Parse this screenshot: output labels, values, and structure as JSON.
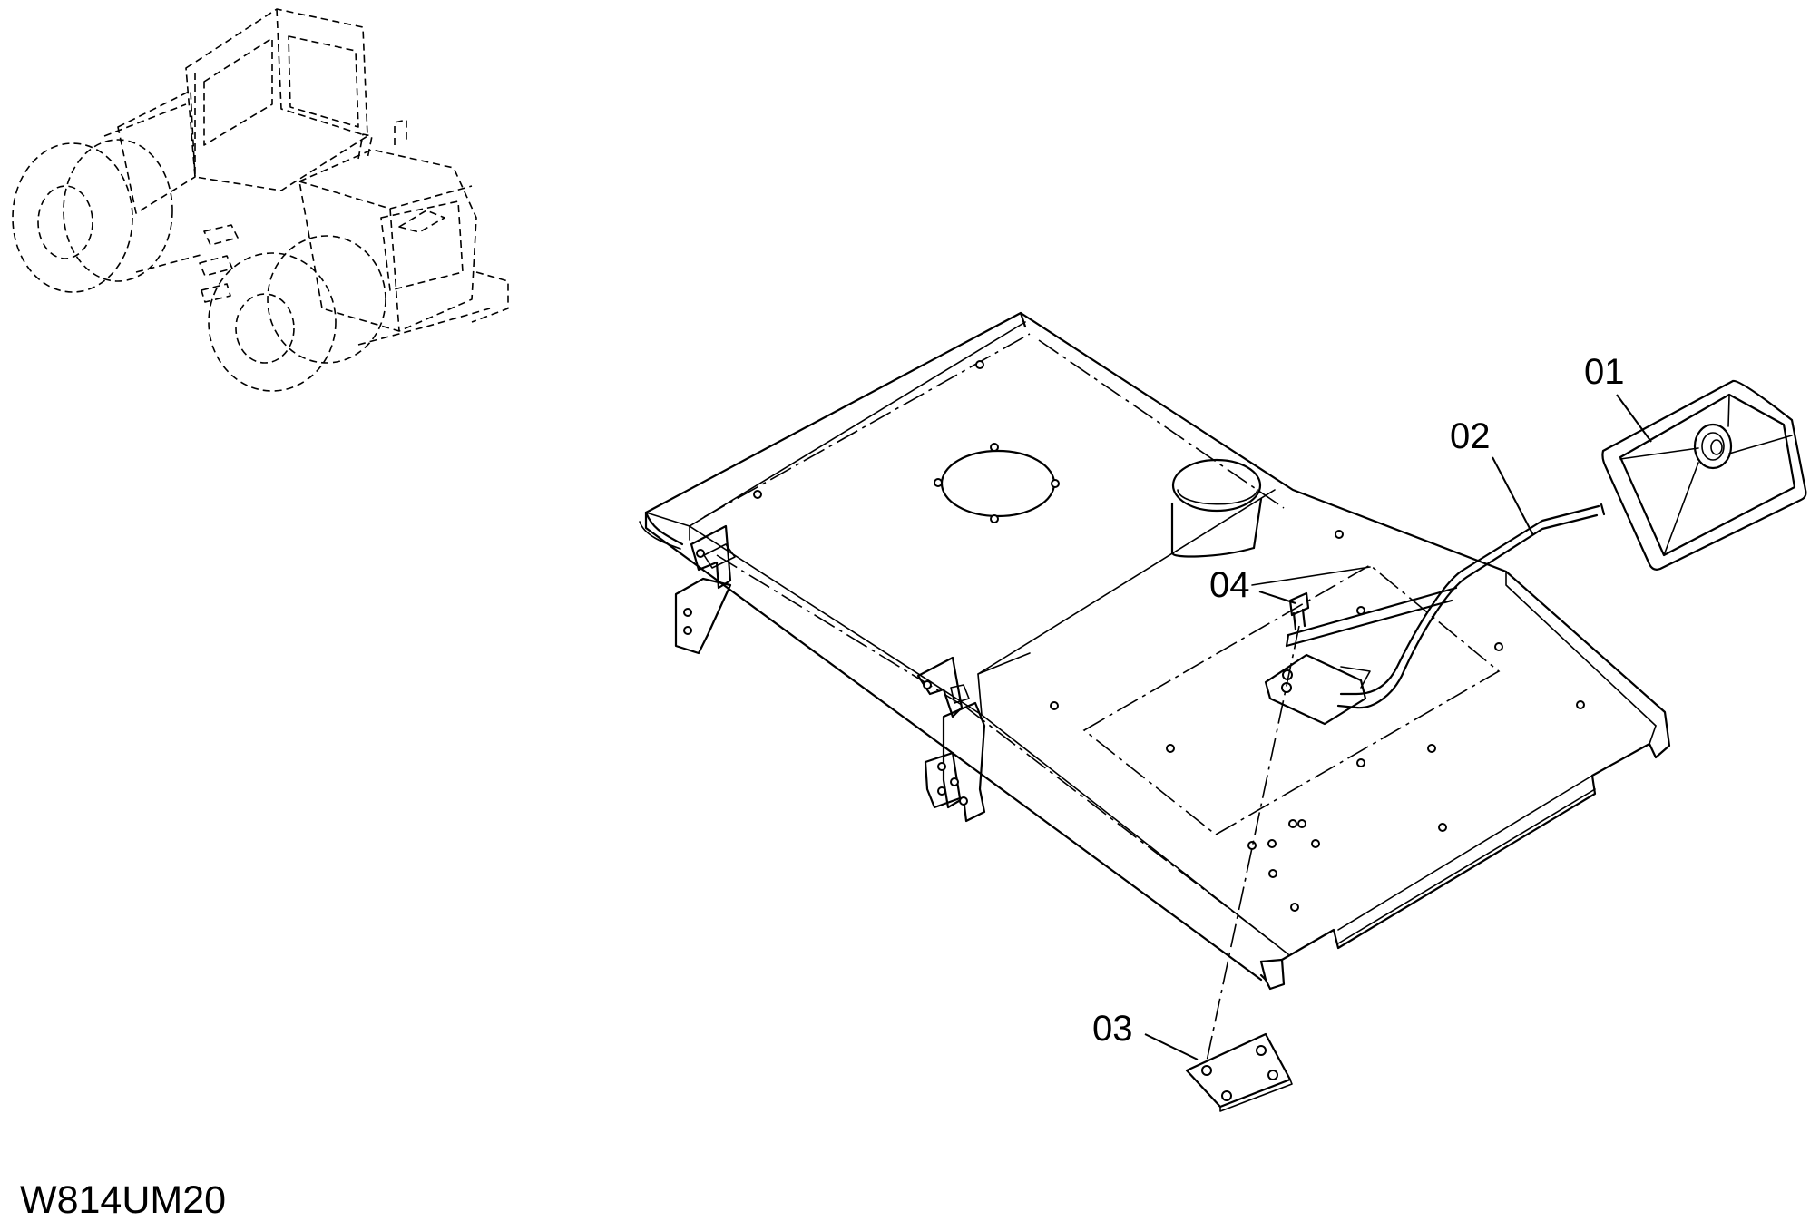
{
  "drawing": {
    "code": "W814UM20"
  },
  "parts": [
    {
      "callout": "01",
      "name_icon": "side-mirror-icon"
    },
    {
      "callout": "02",
      "name_icon": "mirror-stay-icon"
    },
    {
      "callout": "03",
      "name_icon": "mounting-plate-icon"
    },
    {
      "callout": "04",
      "name_icon": "bolt-icon"
    }
  ],
  "colors": {
    "line": "#000000",
    "background": "#ffffff"
  }
}
